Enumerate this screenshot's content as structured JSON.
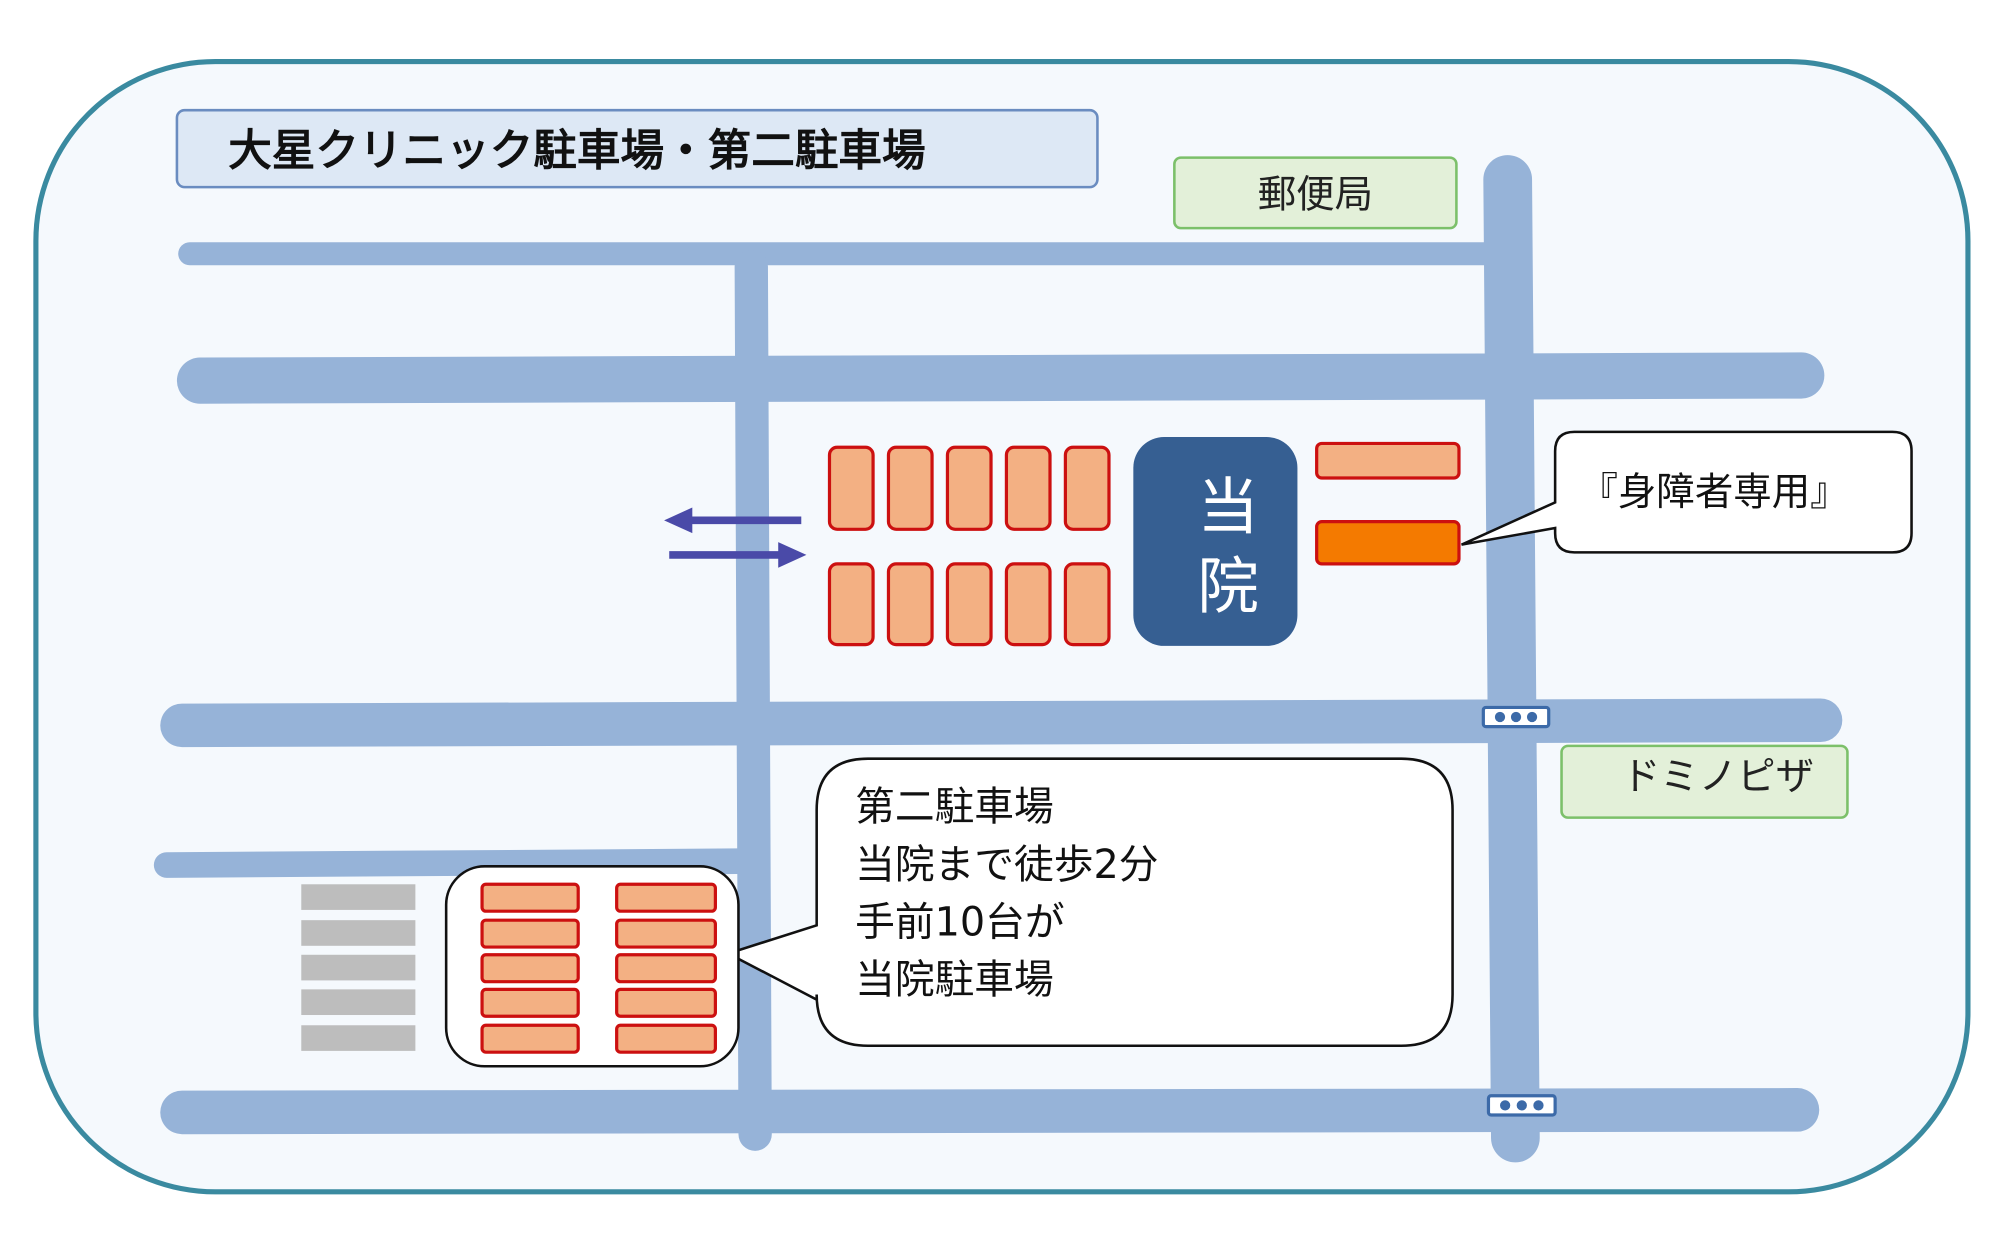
{
  "title": "大星クリニック駐車場・第二駐車場",
  "landmarks": {
    "post_office": "郵便局",
    "pizza": "ドミノピザ",
    "clinic": [
      "当",
      "院"
    ]
  },
  "callouts": {
    "accessible": "『身障者専用』",
    "second_lot": [
      "第二駐車場",
      "当院まで徒歩2分",
      "手前10台が",
      "当院駐車場"
    ]
  },
  "colors": {
    "road": "#96b3d8",
    "parking_slot": "#f3b083",
    "accessible_slot": "#f47a00",
    "clinic": "#365f92",
    "border": "#3a8aa0",
    "arrow": "#4a4aa8"
  },
  "icons": {
    "traffic_signal": "traffic-signal-icon",
    "two_way_arrow": "two-way-arrow-icon"
  }
}
